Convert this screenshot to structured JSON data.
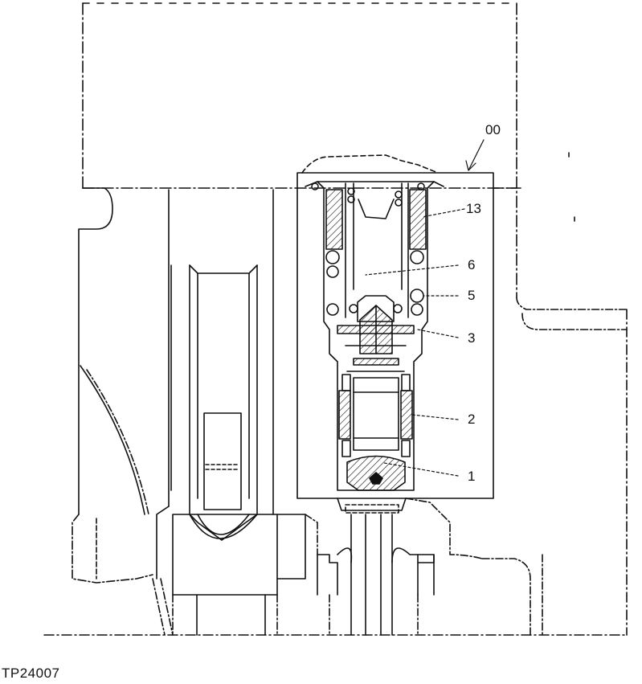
{
  "figure": {
    "id": "TP24007",
    "callouts": {
      "c00": "00",
      "c13": "13",
      "c6": "6",
      "c5": "5",
      "c3": "3",
      "c2": "2",
      "c1": "1"
    }
  }
}
